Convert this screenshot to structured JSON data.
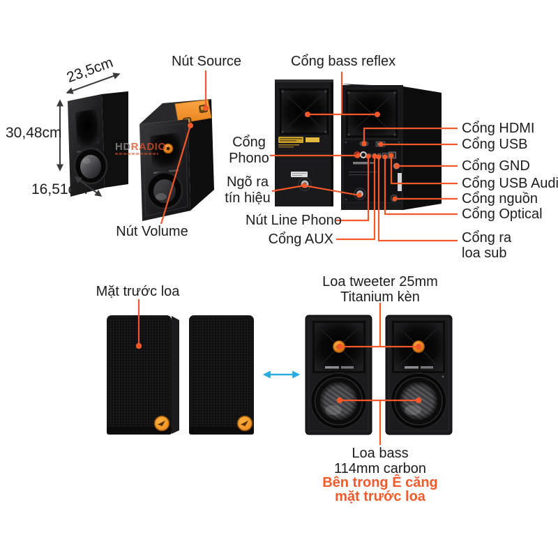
{
  "colors": {
    "leader_orange": "#F2582A",
    "panel_orange": "#F19238",
    "swap_arrow_blue": "#29ABE2",
    "note_orange": "#F15A2B",
    "dimension_dark": "#3A3A3A",
    "speaker_black": "#18181A"
  },
  "top_left_group": {
    "width_label": "23,5cm",
    "height_label": "30,48cm",
    "depth_label": "16,51cm",
    "source_label": "Nút Source",
    "volume_label": "Nút Volume"
  },
  "watermark": {
    "brand_gray": "HD",
    "brand_orange": "RADIO"
  },
  "rear_group": {
    "bass_reflex": "Cổng bass reflex",
    "hdmi": "Cổng HDMI",
    "usb": "Cổng USB",
    "gnd": "Cổng GND",
    "usb_audio": "Cổng USB Audio",
    "power": "Cổng nguồn",
    "optical": "Cổng Optical",
    "sub_out_1": "Cổng ra",
    "sub_out_2": "loa sub",
    "phono_1": "Cổng",
    "phono_2": "Phono",
    "signal_1": "Ngõ ra",
    "signal_2": "tín hiệu",
    "line_phono": "Nút Line Phono",
    "aux": "Cổng AUX"
  },
  "bottom_group": {
    "front_face": "Mặt trước loa",
    "tweeter_1": "Loa tweeter 25mm",
    "tweeter_2": "Titanium kèn",
    "bass_1": "Loa bass",
    "bass_2": "114mm carbon",
    "note_1": "Bên trong Ê căng",
    "note_2": "mặt trước loa"
  }
}
